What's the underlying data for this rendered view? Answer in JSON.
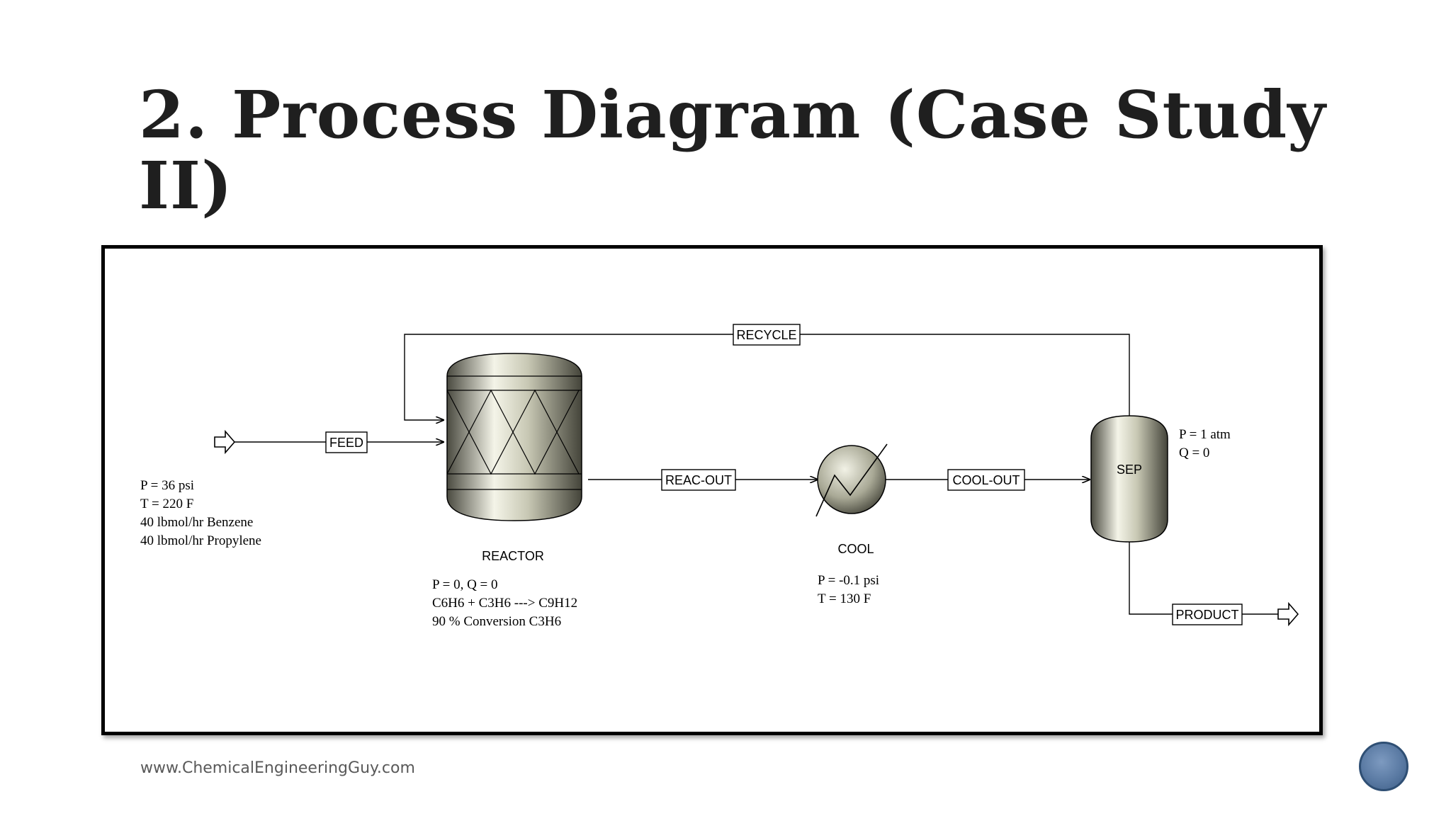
{
  "slide": {
    "title": "2. Process Diagram (Case Study II)",
    "footer_url": "www.ChemicalEngineeringGuy.com"
  },
  "diagram": {
    "streams": {
      "feed": "FEED",
      "recycle": "RECYCLE",
      "reac_out": "REAC-OUT",
      "cool_out": "COOL-OUT",
      "product": "PRODUCT"
    },
    "blocks": {
      "reactor": "REACTOR",
      "cool": "COOL",
      "sep": "SEP"
    },
    "notes": {
      "feed_conditions": [
        "P = 36 psi",
        "T = 220 F",
        "40 lbmol/hr Benzene",
        "40 lbmol/hr Propylene"
      ],
      "reactor_conditions": [
        "P = 0, Q = 0",
        "C6H6 + C3H6 ---> C9H12",
        "90 % Conversion C3H6"
      ],
      "cool_conditions": [
        "P = -0.1 psi",
        "T = 130 F"
      ],
      "sep_conditions": [
        "P = 1 atm",
        "Q = 0"
      ]
    }
  }
}
